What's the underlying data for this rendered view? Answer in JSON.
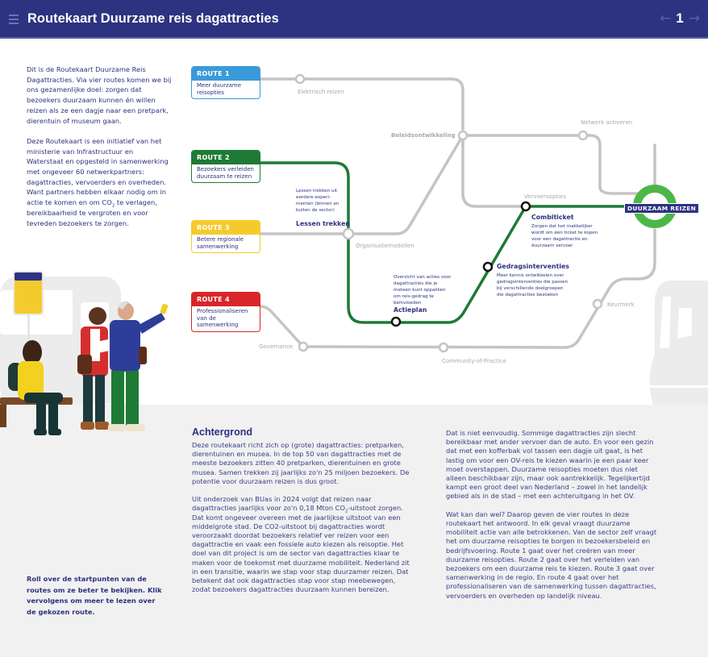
{
  "header": {
    "menu_icon": "hamburger-icon",
    "title": "Routekaart Duurzame reis dagattracties",
    "page_number": "1",
    "prev_icon": "arrow-left-icon",
    "next_icon": "arrow-right-icon",
    "prev_glyph": "←",
    "next_glyph": "→"
  },
  "intro": {
    "paragraph1": "Dit is de Routekaart Duurzame Reis Dagattracties. Via vier routes komen we bij ons gezamenlijke doel: zorgen dat bezoekers duurzaam kunnen én willen reizen als ze een dagje naar een pretpark, dierentuin of museum gaan.",
    "paragraph2_before": "Deze Routekaart is een initiatief van het ministerie van Infrastructuur en Waterstaat en opgesteld in samenwerking met ongeveer 60 netwerkpartners: dagattracties, vervoerders en overheden. Want partners hebben elkaar nodig om in actie te komen en om CO",
    "paragraph2_sub": "2",
    "paragraph2_after": " te verlagen, bereikbaarheid te vergroten en voor tevreden bezoekers te zorgen."
  },
  "hint": "Roll over de startpunten van de routes om ze beter te bekijken. Klik vervolgens om meer te lezen over de gekozen route.",
  "routes": [
    {
      "label": "ROUTE 1",
      "description": "Meer duurzame reisopties",
      "color": "#3a9ad9"
    },
    {
      "label": "ROUTE 2",
      "description": "Bezoekers verleiden duurzaam te reizen",
      "color": "#1e7a35"
    },
    {
      "label": "ROUTE 3",
      "description": "Betere regionale samenwerking",
      "color": "#f4cb2c"
    },
    {
      "label": "ROUTE 4",
      "description": "Professionaliseren van de samenwerking",
      "color": "#d8262a"
    }
  ],
  "stations": {
    "elektrisch_reizen": "Elektrisch reizen",
    "beleidsontwikkeling": "Beleidsontwikkeling",
    "netwerk_activeren": "Netwerk activeren",
    "vervoersopties": "Vervoersopties",
    "organisatiemodellen": "Organisatiemodellen",
    "governance": "Governance",
    "community_of_practice": "Community-of-Practice",
    "keurmerk": "Keurmerk"
  },
  "active_stations": {
    "lessen_trekken": {
      "title": "Lessen trekken",
      "description": "Lessen trekken uit eerdere experi-menten (binnen en buiten de sector)"
    },
    "actieplan": {
      "title": "Actieplan",
      "description": "Overzicht van acties voor dagattracties die je meteen kunt oppakken om reis-gedrag te beïnvloeden"
    },
    "gedragsinterventies": {
      "title": "Gedragsinterventies",
      "description": "Meer kennis ontwikkelen over gedragsinterventies die passen bij verschillende doelgroepen die dagattracties bezoeken"
    },
    "combiticket": {
      "title": "Combiticket",
      "description": "Zorgen dat het makkelijker wordt om één ticket te kopen voor een dagattractie en duurzaam vervoer"
    }
  },
  "destination": {
    "label": "DUURZAAM REIZEN",
    "ring_color": "#4cb748"
  },
  "colors": {
    "navy": "#2d3380",
    "grey_line": "#c4c4c4",
    "green_line": "#1e7a35"
  },
  "article": {
    "heading": "Achtergrond",
    "col1_p1": "Deze routekaart richt zich op (grote) dagattracties: pretparken, dierentuinen en musea. In de top 50 van dagattracties met de meeste bezoekers zitten 40 pretparken, dierentuinen en grote musea. Samen trekken zij jaarlijks zo'n 25 miljoen bezoekers. De potentie voor duurzaam reizen is dus groot.",
    "col1_p2_before": "Uit onderzoek van BUas in 2024 volgt dat reizen naar dagattracties jaarlijks voor zo'n 0,18 Mton CO",
    "col1_p2_sub": "2",
    "col1_p2_after": "-uitstoot zorgen. Dat komt ongeveer overeen met de jaarlijkse uitstoot van een middelgrote stad. De CO2-uitstoot bij dagattracties wordt veroorzaakt doordat bezoekers relatief ver reizen voor een dagattractie en vaak een fossiele auto kiezen als reisoptie. Het doel van dit project is om de sector van dagattracties klaar te maken voor de toekomst met duurzame mobiliteit. Nederland zit in een transitie, waarin we stap voor stap duurzamer reizen. Dat betekent dat ook dagattracties stap voor stap meebewegen, zodat bezoekers dagattracties duurzaam kunnen bereizen.",
    "col2_p1": "Dat is niet eenvoudig. Sommige dagattracties zijn slecht bereikbaar met ander vervoer dan de auto. En voor een gezin dat met een kofferbak vol tassen een dagje uit gaat, is het lastig om voor een OV-reis te kiezen waarin je een paar keer moet overstappen. Duurzame reisopties moeten dus niet alleen beschikbaar zijn, maar ook aantrekkelijk. Tegelijkertijd kampt een groot deel van Nederland – zowel in het landelijk gebied als in de stad – met een achteruitgang in het OV.",
    "col2_p2": "Wat kan dan wel? Daarop geven de vier routes in deze routekaart het antwoord. In elk geval vraagt duurzame mobiliteit actie van alle betrokkenen. Van de sector zelf vraagt het om duurzame reisopties te borgen in bezoekersbeleid en bedrijfsvoering. Route 1 gaat over het creëren van meer duurzame reisopties. Route 2 gaat over het verleiden van bezoekers om een duurzame reis te kiezen. Route 3 gaat over samenwerking in de regio. En route 4 gaat over het professionaliseren van de samenwerking tussen dagattracties, vervoerders en overheden op landelijk niveau."
  },
  "illustrations": {
    "people": "people-at-bus-stop-illustration",
    "bus": "bus-silhouette-illustration"
  }
}
